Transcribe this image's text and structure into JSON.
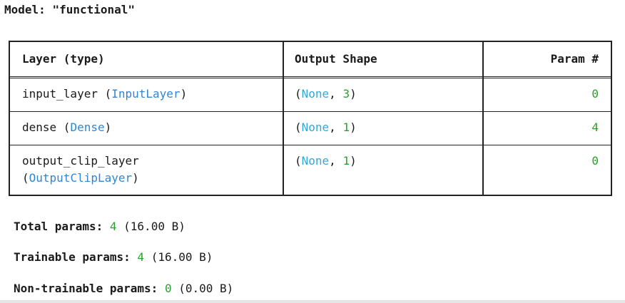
{
  "model": {
    "label": "Model:",
    "name": "\"functional\""
  },
  "table": {
    "headers": {
      "layer": "Layer (type)",
      "output": "Output Shape",
      "params": "Param #"
    },
    "rows": [
      {
        "layer_name": "input_layer",
        "layer_type": "InputLayer",
        "shape_none": "None",
        "shape_dim": "3",
        "params": "0"
      },
      {
        "layer_name": "dense",
        "layer_type": "Dense",
        "shape_none": "None",
        "shape_dim": "1",
        "params": "4"
      },
      {
        "layer_name": "output_clip_layer",
        "layer_type": "OutputClipLayer",
        "shape_none": "None",
        "shape_dim": "1",
        "params": "0"
      }
    ]
  },
  "summary": {
    "total": {
      "label": "Total params:",
      "count": "4",
      "size": "(16.00 B)"
    },
    "trainable": {
      "label": "Trainable params:",
      "count": "4",
      "size": "(16.00 B)"
    },
    "non_trainable": {
      "label": "Non-trainable params:",
      "count": "0",
      "size": "(0.00 B)"
    }
  },
  "colors": {
    "type_name": "#2f86d6",
    "none_keyword": "#2fa9d8",
    "number": "#2aa12a"
  }
}
